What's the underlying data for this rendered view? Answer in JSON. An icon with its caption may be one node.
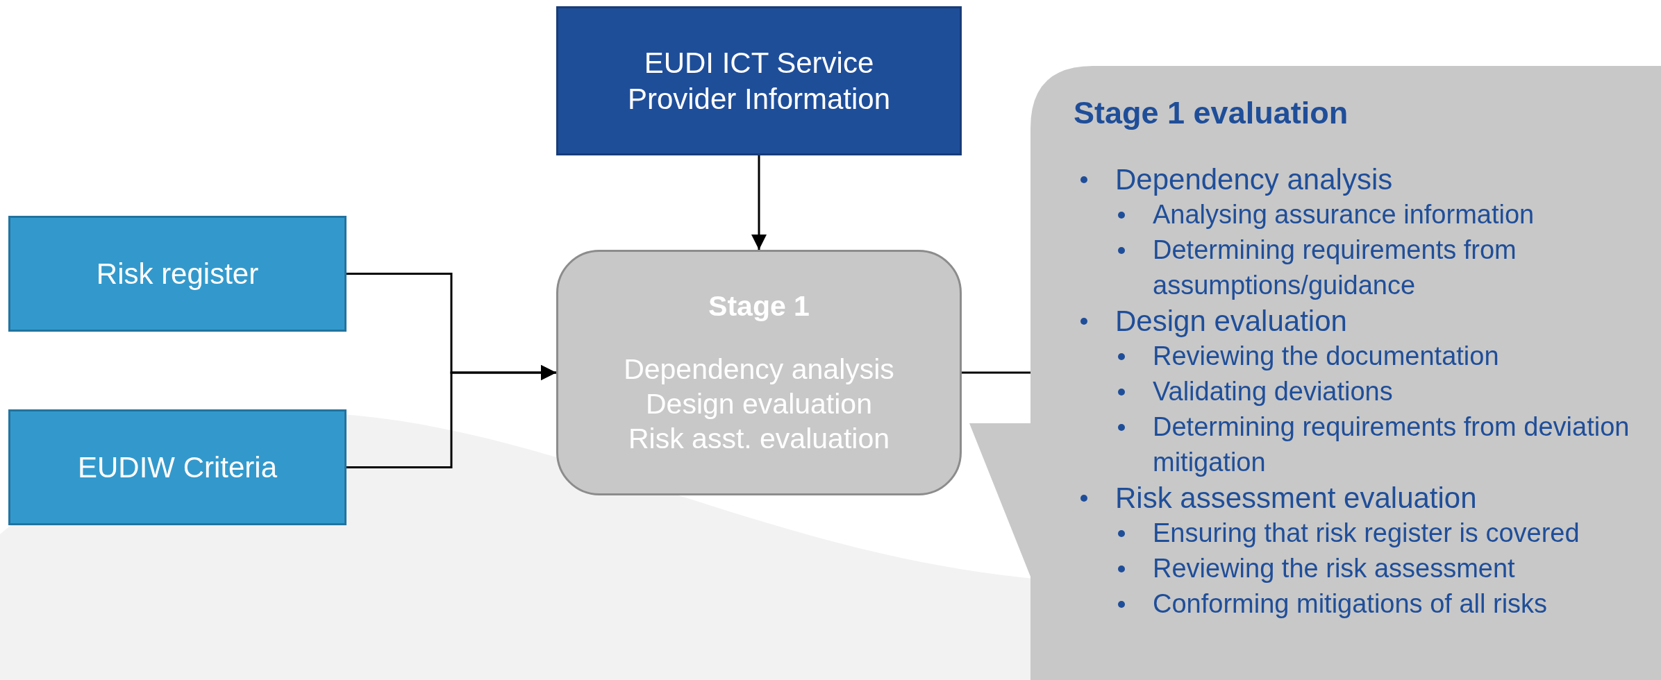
{
  "diagram": {
    "nodes": [
      {
        "text": [
          "EUDI ICT Service Provider Information"
        ]
      },
      {
        "text": [
          "Risk register"
        ]
      },
      {
        "text": [
          "EUDIW Criteria"
        ]
      },
      {
        "text": [
          "Stage 1",
          "Dependency analysis",
          "Design evaluation",
          "Risk asst. evaluation"
        ]
      },
      {
        "text": [
          "Stage 1 evaluation",
          "Dependency analysis",
          "Analysing assurance information",
          "Determining requirements from assumptions/guidance",
          "Design evaluation",
          "Reviewing the documentation",
          "Validating deviations",
          "Determining requirements from deviation mitigation",
          "Risk assessment evaluation",
          "Ensuring that risk register is covered",
          "Reviewing the risk assessment",
          "Conforming mitigations of all risks"
        ]
      }
    ],
    "edges": [
      {
        "from": 0,
        "to": 3,
        "arrow": "to"
      },
      {
        "from": 1,
        "to": 3,
        "arrow": "to"
      },
      {
        "from": 2,
        "to": 3,
        "arrow": "to"
      },
      {
        "from": 3,
        "to": 4,
        "arrow": "none"
      }
    ]
  }
}
